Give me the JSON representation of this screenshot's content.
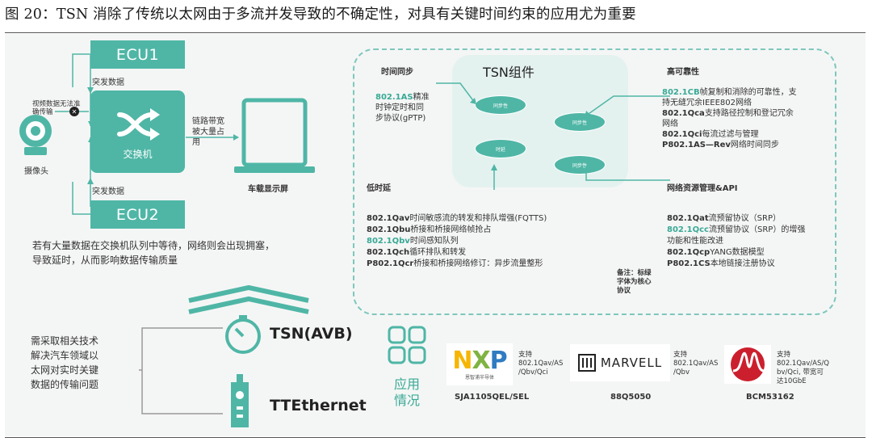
{
  "caption": "图 20：TSN 消除了传统以太网由于多流并发导致的不确定性，对具有关键时间约束的应用尤为重要",
  "left": {
    "ecu1": "ECU1",
    "ecu2": "ECU2",
    "burst_top": "突发数据",
    "burst_bottom": "突发数据",
    "video_note": "视频数据无法准\n确传输",
    "camera": "摄像头",
    "switch": "交换机",
    "bandwidth": "链路带宽\n被大量占\n用",
    "display": "车载显示屏",
    "congestion": "若有大量数据在交换机队列中等待，网络则会出现拥塞，\n导致延时，从而影响数据传输质量"
  },
  "bottom": {
    "need": "需采取相关技术\n解决汽车领域以\n太网对实时关键\n数据的传输问题",
    "tsn_avb": "TSN(AVB)",
    "ttethernet": "TTEthernet",
    "app": "应用\n情况",
    "vendors": [
      {
        "brand": "NXP",
        "brand_sub": "恩智浦半导体",
        "support": "支持\n802.1Qav/AS\n/Qbv/Qci",
        "chip": "SJA1105QEL/SEL"
      },
      {
        "brand": "MARVELL",
        "support": "支持\n802.1Qav/AS\n/Qbv",
        "chip": "88Q5050"
      },
      {
        "brand": "",
        "support": "支持\n802.1Qav/AS/Q\nbv/Qci, 带宽可\n达10GbE",
        "chip": "BCM53162"
      }
    ]
  },
  "tsn": {
    "core_title": "TSN组件",
    "sync_title": "时间同步",
    "sync_text_hl": "802.1AS",
    "sync_text": "精准\n时钟定时和同\n步协议(gPTP)",
    "reliab_title": "高可靠性",
    "reliab_lines": [
      {
        "hl": "802.1CB",
        "rest": "帧复制和消除的可靠性，支\n持无缝冗余IEEE802网络"
      },
      {
        "hl": "802.1Qca",
        "rest": "支持路径控制和登记冗余\n网络",
        "strong": true
      },
      {
        "hl": "802.1Qci",
        "rest": "每流过滤与管理",
        "strong": true
      },
      {
        "hl": "P802.1AS—Rev",
        "rest": "网络时间同步",
        "strong": true
      }
    ],
    "latency_title": "低时延",
    "latency_lines": [
      {
        "hl": "802.1Qav",
        "rest": "时间敏感流的转发和排队增强(FQTTS)"
      },
      {
        "hl": "802.1Qbu",
        "rest": "桥接和桥接网络帧抢占"
      },
      {
        "hl": "802.1Qbv",
        "rest": "时间感知队列"
      },
      {
        "hl": "802.1Qch",
        "rest": "循环排队和转发"
      },
      {
        "hl": "P802.1Qcr",
        "rest": "桥接和桥接网络修订：异步流量整形"
      }
    ],
    "resource_title": "网络资源管理&API",
    "resource_lines": [
      {
        "hl": "802.1Qat",
        "rest": "流预留协议（SRP）"
      },
      {
        "hl": "802.1Qcc",
        "rest": "流预留协议（SRP）的增强\n功能和性能改进"
      },
      {
        "hl": "802.1Qcp",
        "rest": "YANG数据模型"
      },
      {
        "hl": "P802.1CS",
        "rest": "本地链接注册协议"
      }
    ],
    "note": "备注：标绿\n字体为核心\n协议",
    "ellipses": [
      "同步性",
      "同步性",
      "时延",
      "同步性"
    ]
  },
  "colors": {
    "teal": "#4fb6a6",
    "teal_light": "#e4f2ef",
    "highlight": "#3aa996"
  }
}
